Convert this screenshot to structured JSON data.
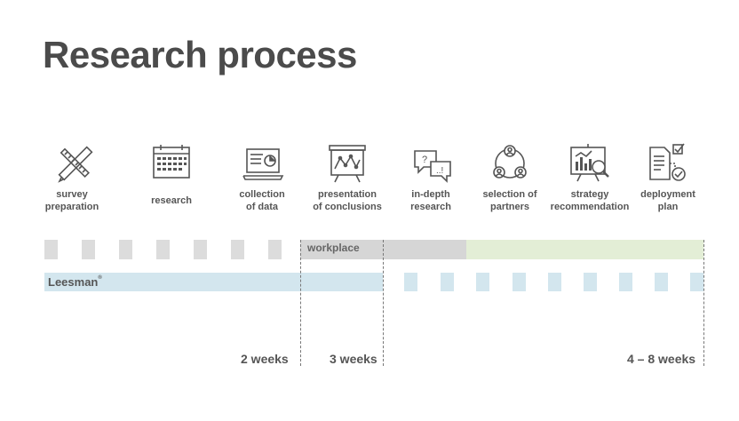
{
  "title": "Research process",
  "steps": [
    {
      "label": "survey\npreparation",
      "icon": "ruler-pencil-icon"
    },
    {
      "label": "research",
      "icon": "calendar-icon"
    },
    {
      "label": "collection\nof data",
      "icon": "laptop-chart-icon"
    },
    {
      "label": "presentation\nof conclusions",
      "icon": "presentation-board-icon"
    },
    {
      "label": "in-depth\nresearch",
      "icon": "speech-bubbles-icon"
    },
    {
      "label": "selection of\npartners",
      "icon": "people-network-icon"
    },
    {
      "label": "strategy\nrecommendation",
      "icon": "chart-magnifier-icon"
    },
    {
      "label": "deployment\nplan",
      "icon": "document-checklist-icon"
    }
  ],
  "timeline": {
    "workplace_label": "workplace",
    "leesman_label": "Leesman",
    "leesman_mark": "®",
    "durations": [
      "2 weeks",
      "3 weeks",
      "4 – 8 weeks"
    ]
  },
  "colors": {
    "title": "#4b4b4b",
    "gray_bar": "#d6d6d6",
    "green_bar": "#e3eed6",
    "blue_bar": "#d3e6ee"
  }
}
